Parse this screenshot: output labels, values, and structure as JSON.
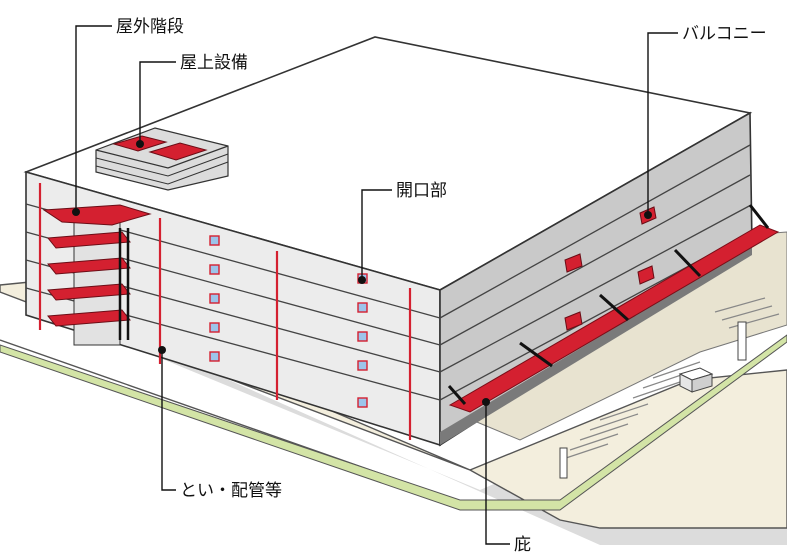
{
  "labels": {
    "exterior_stairs": "屋外階段",
    "rooftop_equipment": "屋上設備",
    "openings": "開口部",
    "balcony": "バルコニー",
    "gutters_piping": "とい・配管等",
    "eaves": "庇"
  },
  "colors": {
    "accent": "#d42030",
    "building_front": "#ececec",
    "building_side": "#c9c9c9",
    "roof": "#ffffff",
    "ground": "#f3eedd",
    "lawn_strip": "#d3e4a6",
    "window": "#9dc4ea"
  }
}
